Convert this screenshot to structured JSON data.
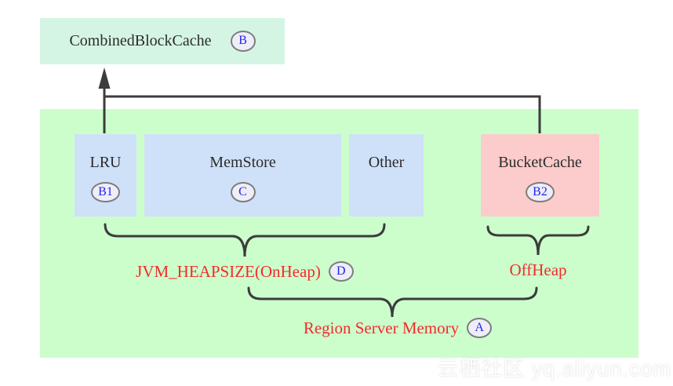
{
  "top_box": {
    "label": "CombinedBlockCache",
    "badge": "B"
  },
  "boxes": {
    "lru": {
      "label": "LRU",
      "badge": "B1"
    },
    "memstore": {
      "label": "MemStore",
      "badge": "C"
    },
    "other": {
      "label": "Other"
    },
    "bucketcache": {
      "label": "BucketCache",
      "badge": "B2"
    }
  },
  "groups": {
    "onheap": {
      "label": "JVM_HEAPSIZE(OnHeap)",
      "badge": "D"
    },
    "offheap": {
      "label": "OffHeap"
    },
    "region_server": {
      "label": "Region Server Memory",
      "badge": "A"
    }
  },
  "watermark": {
    "text": "云栖社区 yq.aliyun.com"
  },
  "colors": {
    "top_box_bg": "#d5f5e4",
    "region_bg": "#ccfecc",
    "heap_box_bg": "#cfe1f8",
    "bucket_box_bg": "#fccbcb",
    "badge_bg": "#eeeef8",
    "badge_text": "#2525f0",
    "label_red": "#f32b2b",
    "box_text": "#2b2b2b",
    "line": "#3c3c3c"
  }
}
